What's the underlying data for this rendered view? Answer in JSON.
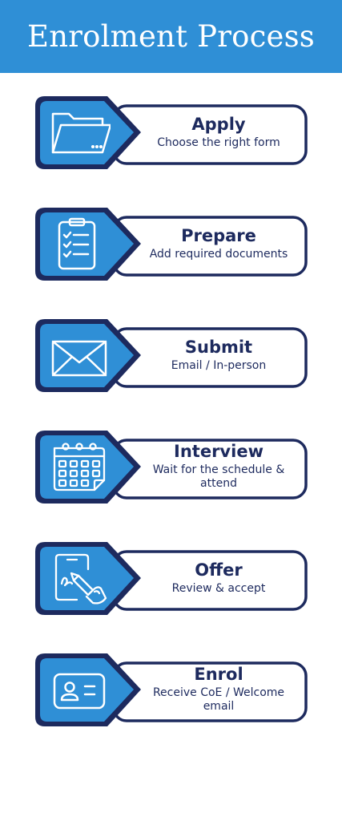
{
  "header": {
    "title": "Enrolment Process"
  },
  "colors": {
    "header_bg": "#2f8fd6",
    "tile_fill": "#2f8fd6",
    "outline": "#1d2a5e"
  },
  "steps": [
    {
      "title": "Apply",
      "subtitle": "Choose the right form",
      "icon": "folder-icon"
    },
    {
      "title": "Prepare",
      "subtitle": "Add required documents",
      "icon": "clipboard-checklist-icon"
    },
    {
      "title": "Submit",
      "subtitle": "Email / In-person",
      "icon": "envelope-icon"
    },
    {
      "title": "Interview",
      "subtitle": "Wait for the schedule & attend",
      "icon": "calendar-icon"
    },
    {
      "title": "Offer",
      "subtitle": "Review & accept",
      "icon": "tablet-signing-icon"
    },
    {
      "title": "Enrol",
      "subtitle": "Receive CoE / Welcome email",
      "icon": "id-card-icon"
    }
  ]
}
